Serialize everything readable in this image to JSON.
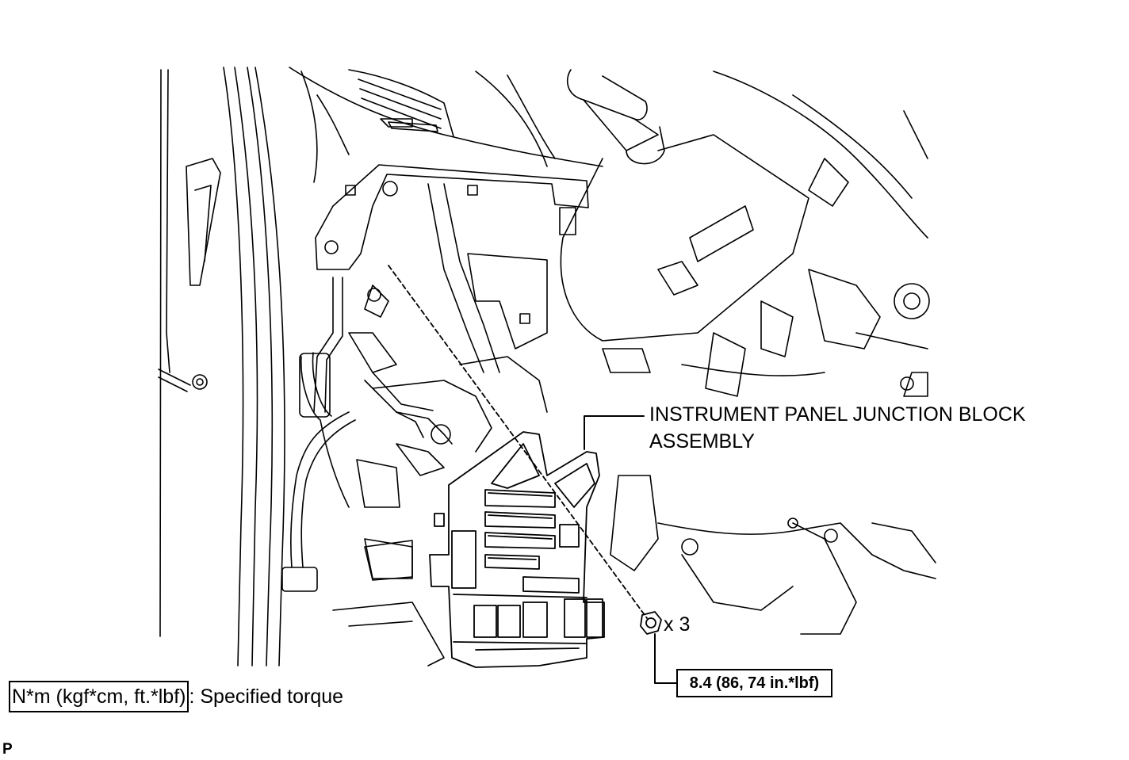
{
  "callout": {
    "part_line1": "INSTRUMENT PANEL JUNCTION BLOCK",
    "part_line2": "ASSEMBLY",
    "quantity": "x 3",
    "torque": "8.4 (86, 74 in.*lbf)"
  },
  "legend": {
    "unit_box": "N*m (kgf*cm, ft.*lbf)",
    "description": ": Specified torque"
  },
  "page_code": "P",
  "colors": {
    "line": "#000000",
    "background": "#ffffff"
  }
}
